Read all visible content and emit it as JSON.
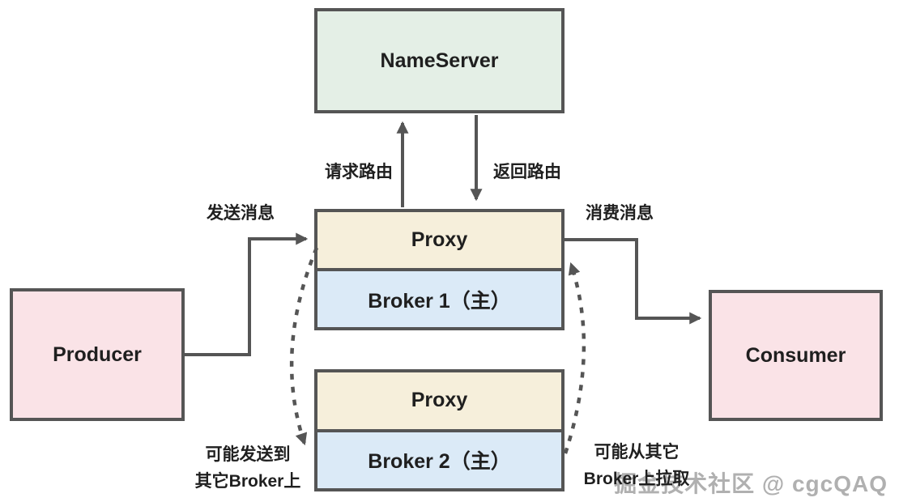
{
  "diagram": {
    "title_context": "message-queue-architecture",
    "nodes": {
      "nameserver": {
        "label": "NameServer"
      },
      "proxy1": {
        "label": "Proxy"
      },
      "broker1": {
        "label": "Broker 1（主）"
      },
      "proxy2": {
        "label": "Proxy"
      },
      "broker2": {
        "label": "Broker 2（主）"
      },
      "producer": {
        "label": "Producer"
      },
      "consumer": {
        "label": "Consumer"
      }
    },
    "edge_labels": {
      "request_route": "请求路由",
      "return_route": "返回路由",
      "send_message": "发送消息",
      "consume_message": "消费消息",
      "maybe_send_line1": "可能发送到",
      "maybe_send_line2": "其它Broker上",
      "maybe_pull_line1": "可能从其它",
      "maybe_pull_line2": "Broker上拉取"
    },
    "watermark": "掘金技术社区 @ cgcQAQ"
  },
  "colors": {
    "nameserver_fill": "#e4efe6",
    "proxy_fill": "#f6efdb",
    "broker_fill": "#dbeaf7",
    "endpoint_fill": "#fae3e7",
    "border": "#555555",
    "arrow": "#555555",
    "text": "#1f1f1f",
    "watermark": "#b0b0b0"
  }
}
